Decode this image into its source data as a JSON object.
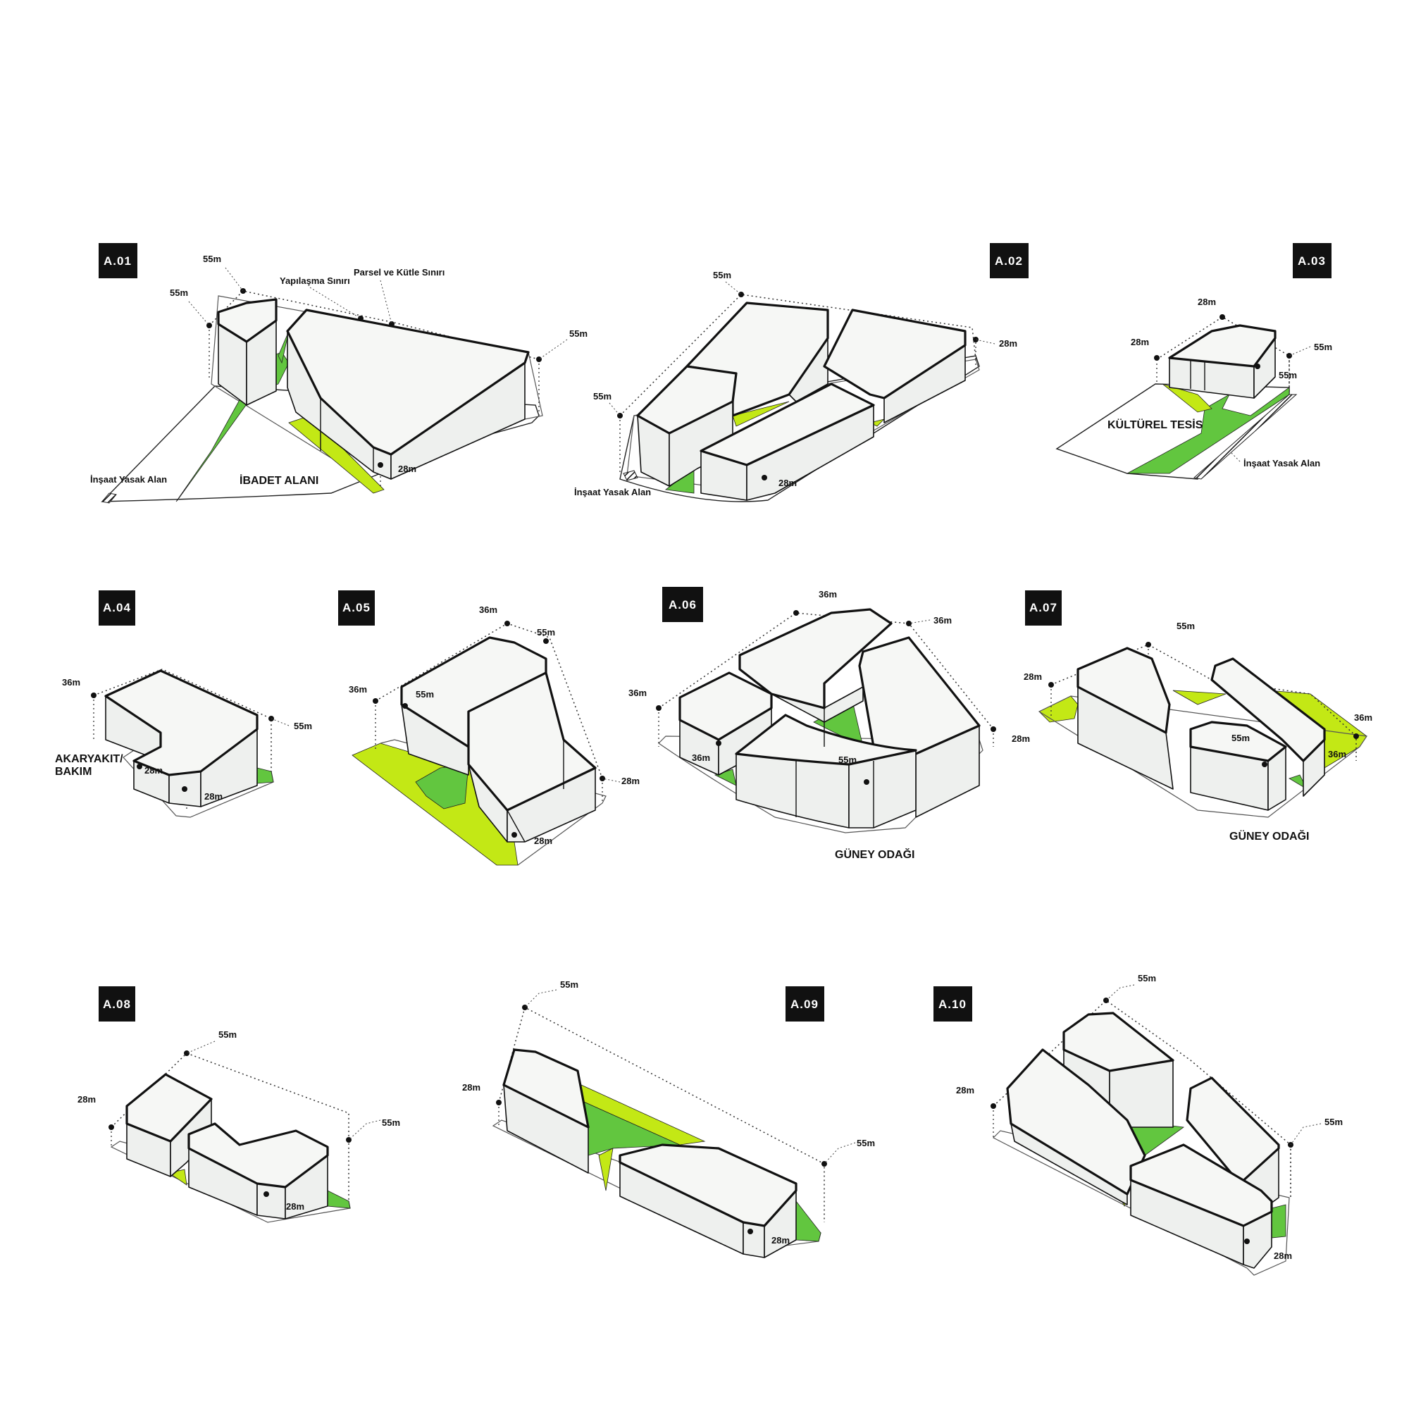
{
  "diagrams": [
    {
      "id": "A.01",
      "labels": {
        "h1": "55m",
        "h2": "55m",
        "h3": "55m",
        "h4": "28m",
        "build_limit": "Yapılaşma Sınırı",
        "parcel_limit": "Parsel ve Kütle Sınırı",
        "no_build": "İnşaat Yasak Alan",
        "zone": "İBADET ALANI"
      }
    },
    {
      "id": "A.02",
      "labels": {
        "h1": "55m",
        "h2": "28m",
        "h3": "55m",
        "h4": "28m",
        "no_build": "İnşaat Yasak Alan"
      }
    },
    {
      "id": "A.03",
      "labels": {
        "h1": "28m",
        "h2": "28m",
        "h3": "55m",
        "h4": "55m",
        "zone": "KÜLTÜREL TESİS",
        "no_build": "İnşaat Yasak Alan"
      }
    },
    {
      "id": "A.04",
      "labels": {
        "h1": "36m",
        "h2": "55m",
        "h3": "28m",
        "h4": "28m",
        "zone_line1": "AKARYAKIT/",
        "zone_line2": "BAKIM"
      }
    },
    {
      "id": "A.05",
      "labels": {
        "h1": "36m",
        "h2": "55m",
        "h3": "36m",
        "h4": "55m",
        "h5": "28m",
        "h6": "28m"
      }
    },
    {
      "id": "A.06",
      "labels": {
        "h1": "36m",
        "h2": "36m",
        "h3": "36m",
        "h4": "28m",
        "h5": "36m",
        "h6": "55m",
        "zone": "GÜNEY ODAĞI"
      }
    },
    {
      "id": "A.07",
      "labels": {
        "h1": "55m",
        "h2": "28m",
        "h3": "36m",
        "h4": "36m",
        "h5": "55m",
        "zone": "GÜNEY ODAĞI"
      }
    },
    {
      "id": "A.08",
      "labels": {
        "h1": "55m",
        "h2": "28m",
        "h3": "55m",
        "h4": "28m"
      }
    },
    {
      "id": "A.09",
      "labels": {
        "h1": "55m",
        "h2": "28m",
        "h3": "55m",
        "h4": "28m"
      }
    },
    {
      "id": "A.10",
      "labels": {
        "h1": "55m",
        "h2": "28m",
        "h3": "55m",
        "h4": "28m"
      }
    }
  ],
  "colors": {
    "accent_green": "#62c63f",
    "accent_lime": "#c3e815",
    "tag_bg": "#111111",
    "mass_fill": "#f6f7f5"
  }
}
